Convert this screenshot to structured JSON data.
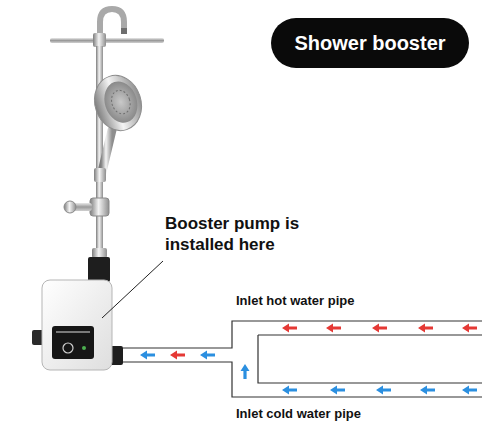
{
  "diagram": {
    "title": "Shower booster",
    "labels": [
      "Booster pump is installed here",
      "Inlet hot water pipe",
      "Inlet cold water pipe"
    ]
  }
}
